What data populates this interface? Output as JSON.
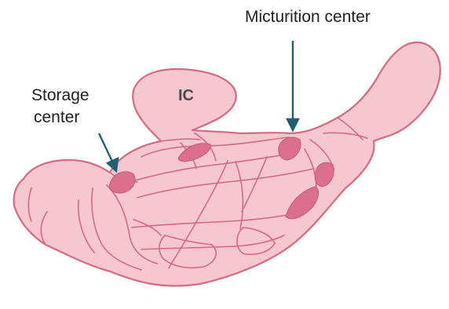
{
  "labels": {
    "micturition": "Micturition center",
    "storage_line1": "Storage",
    "storage_line2": "center",
    "ic": "IC"
  },
  "colors": {
    "tissue_fill": "#f6c7cf",
    "tissue_outline": "#d56a82",
    "nucleus_fill": "#dc6f8a",
    "arrow": "#235f72",
    "text": "#1f1f1f"
  }
}
